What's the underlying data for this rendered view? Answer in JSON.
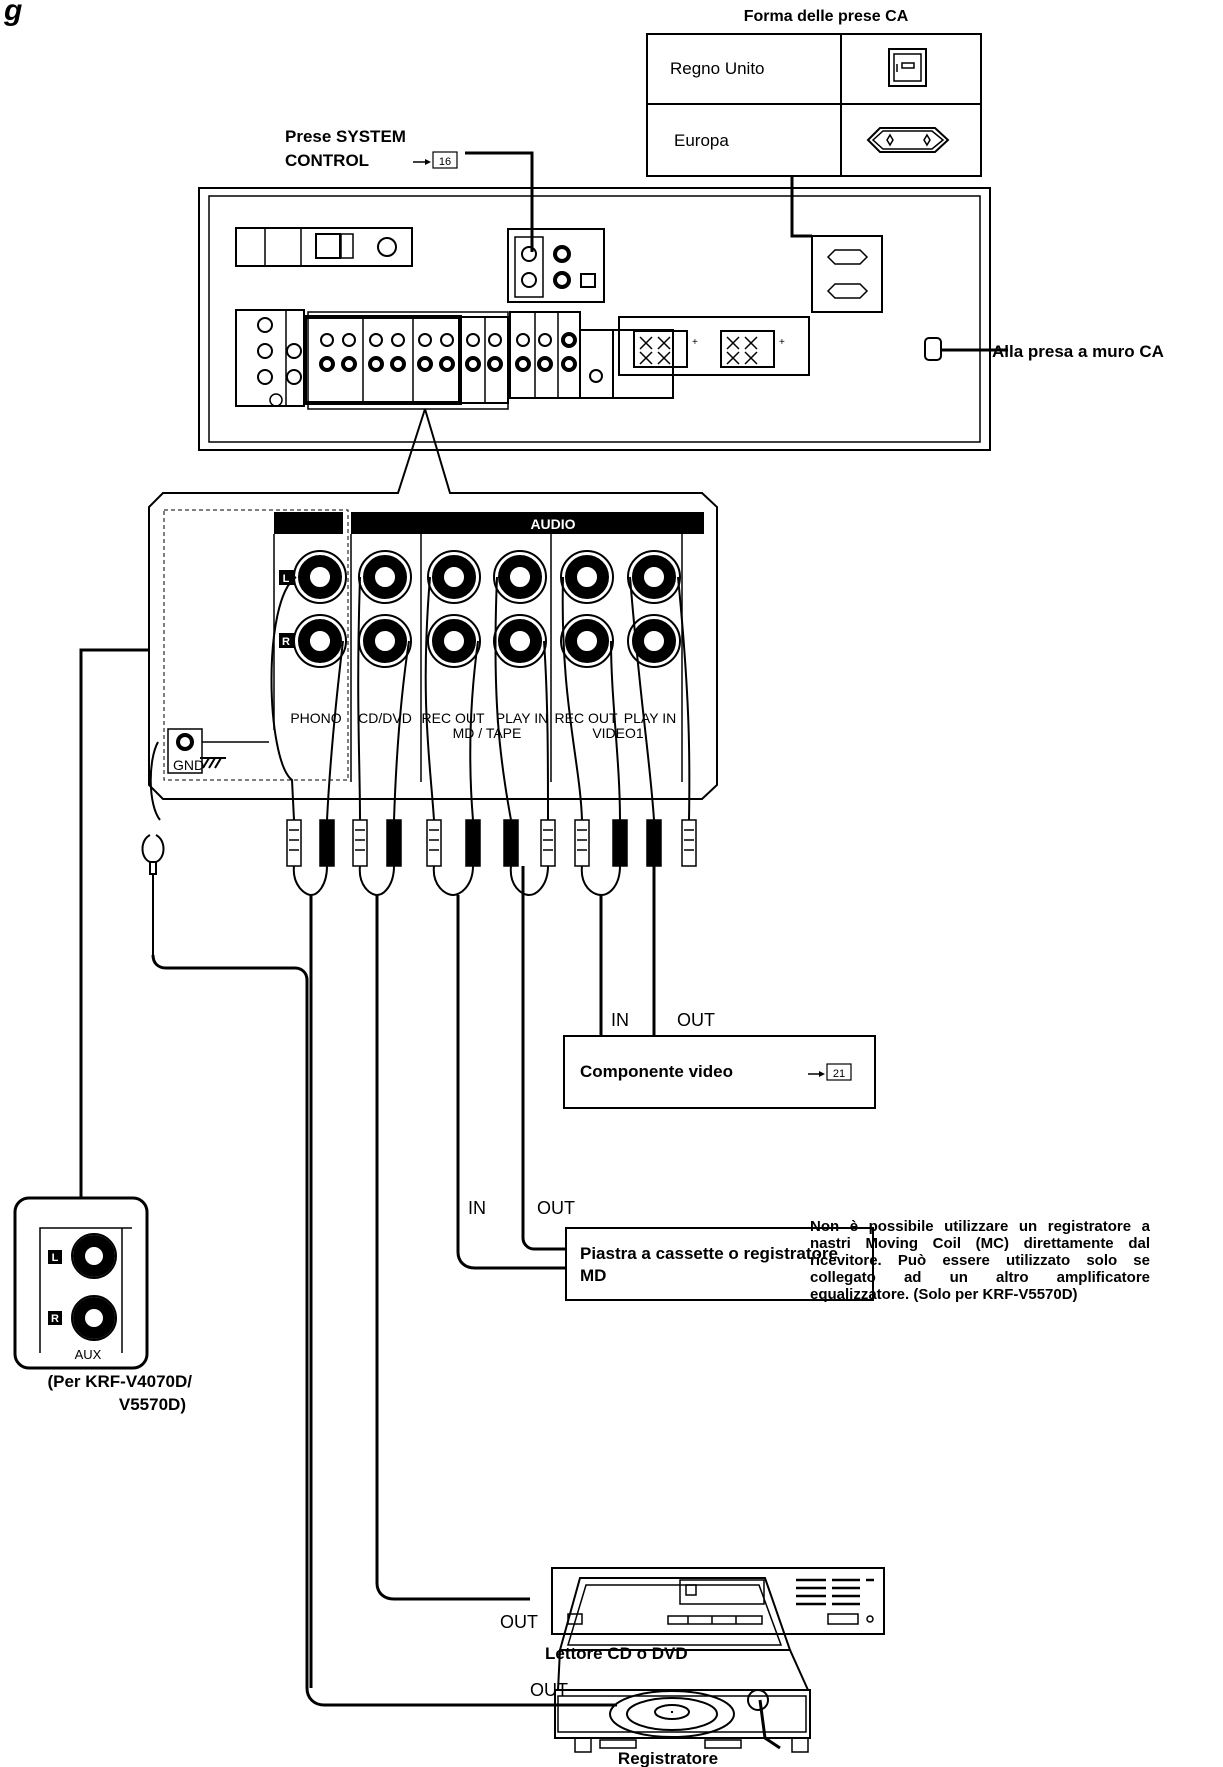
{
  "heading_partial": "g",
  "ac_shape": {
    "title": "Forma delle prese CA",
    "rows": [
      {
        "label": "Regno Unito"
      },
      {
        "label": "Europa"
      }
    ]
  },
  "system_control": {
    "line1": "Prese SYSTEM",
    "line2": "CONTROL",
    "ref": "16"
  },
  "wall_outlet_label": "Alla presa a muro CA",
  "panel": {
    "header": "AUDIO",
    "channel_left": "L",
    "channel_right": "R",
    "gnd_label": "GND",
    "jack_labels": [
      "PHONO",
      "CD/DVD",
      "REC OUT",
      "PLAY IN",
      "REC OUT",
      "PLAY IN"
    ],
    "group_labels": [
      "MD / TAPE",
      "VIDEO1"
    ]
  },
  "video_component": {
    "label": "Componente video",
    "ref": "21",
    "in_label": "IN",
    "out_label": "OUT"
  },
  "tape_deck": {
    "label_line1": "Piastra a cassette o registratore",
    "label_line2": "MD",
    "in_label": "IN",
    "out_label": "OUT"
  },
  "cd_player": {
    "label": "Lettore CD o DVD",
    "out_label": "OUT"
  },
  "aux_box": {
    "channel_left": "L",
    "channel_right": "R",
    "label": "AUX",
    "caption_line1": "(Per KRF-V4070D/",
    "caption_line2": "V5570D)"
  },
  "turntable": {
    "label": "Registratore",
    "out_label": "OUT"
  },
  "note": "Non è possibile utilizzare un registratore a nastri Moving Coil (MC) direttamente dal ricevitore. Può essere utilizzato solo se collegato ad un altro amplificatore equalizzatore. (Solo per KRF-V5570D)"
}
